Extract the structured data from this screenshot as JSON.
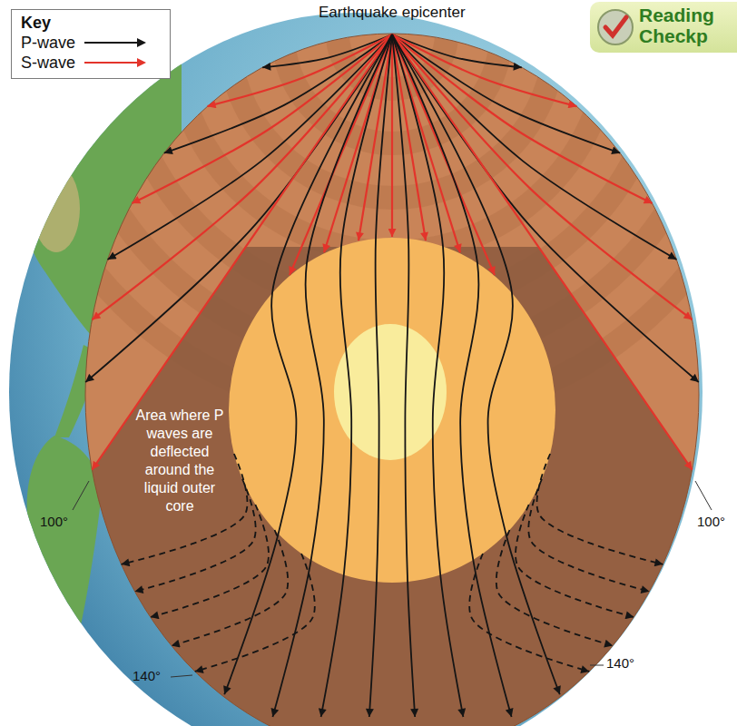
{
  "diagram": {
    "nodes": [
      {
        "text": [
          "Reading Checkp"
        ]
      }
    ],
    "labels": [
      "Key",
      "Earthquake epicenter",
      "Area where P waves are deflected around the liquid outer core",
      "100°",
      "100°",
      "140°",
      "140°"
    ],
    "legend": [
      {
        "text": "P-wave"
      },
      {
        "text": "S-wave"
      }
    ]
  }
}
